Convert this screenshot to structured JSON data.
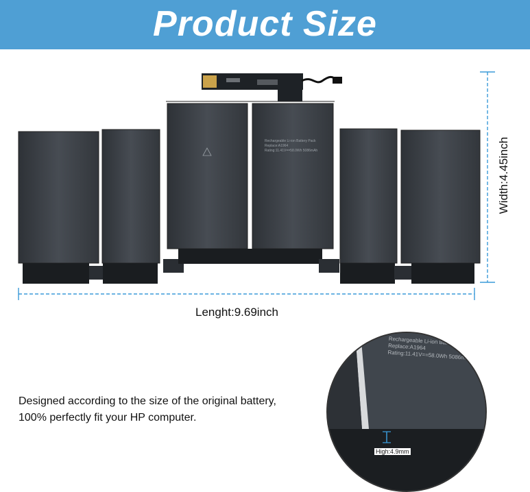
{
  "header": {
    "title": "Product Size"
  },
  "dimensions": {
    "length_label": "Lenght:9.69inch",
    "width_label": "Width:4.45inch",
    "height_label": "High:4.9mm"
  },
  "description": {
    "line1": "Designed according to the size of the original battery,",
    "line2": "100% perfectly fit your HP computer."
  },
  "battery_label": {
    "lines": [
      "Rechargeable Li-ion Battery Pack",
      "Replace:A1964",
      "Rating:11.41V==58.0Wh 5086mAh"
    ]
  },
  "colors": {
    "banner": "#4f9fd4",
    "dimension_line": "#3a9ad9",
    "cell": "#3f444a"
  }
}
